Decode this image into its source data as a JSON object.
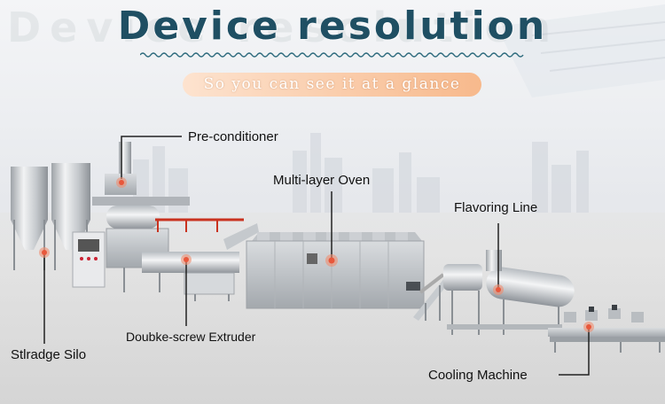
{
  "watermark_text": "Device resolution",
  "title": "Device resolution",
  "subtitle": "So you can see it at a glance",
  "colors": {
    "title": "#1f4f63",
    "pill_left": "#fde3cf",
    "pill_right": "#f7b98c",
    "marker": "#e8573b",
    "leader": "#222222"
  },
  "labels": {
    "preconditioner": "Pre-conditioner",
    "oven": "Multi-layer Oven",
    "flavoring": "Flavoring Line",
    "silo": "Stlradge Silo",
    "extruder": "Doubke-screw Extruder",
    "cooling": "Cooling Machine"
  }
}
